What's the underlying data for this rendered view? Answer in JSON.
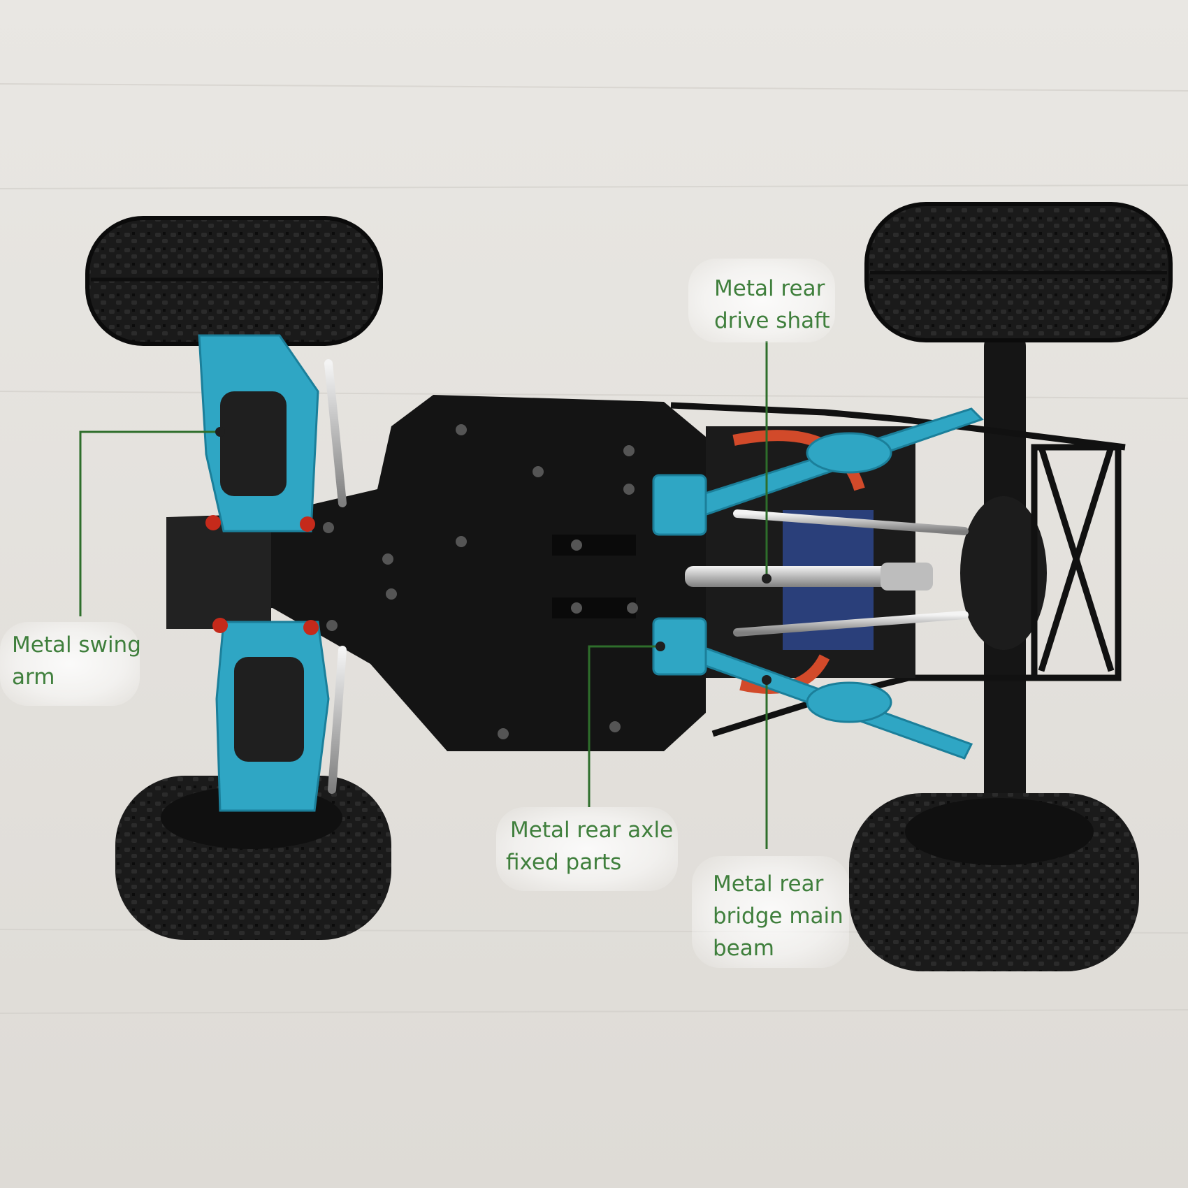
{
  "callouts": {
    "swing_arm": [
      "Metal swing",
      "arm"
    ],
    "drive_shaft": [
      "Metal rear",
      "drive shaft"
    ],
    "axle_fixed": [
      "Metal rear axle",
      "fixed parts"
    ],
    "main_beam": [
      "Metal rear",
      "bridge main",
      "beam"
    ]
  },
  "colors": {
    "label_green": "#3f7f3c",
    "leader_green": "#2e6e2b",
    "aluminum_blue": "#2fa6c4",
    "chassis_black": "#141414",
    "background": "#e6e4e0"
  }
}
